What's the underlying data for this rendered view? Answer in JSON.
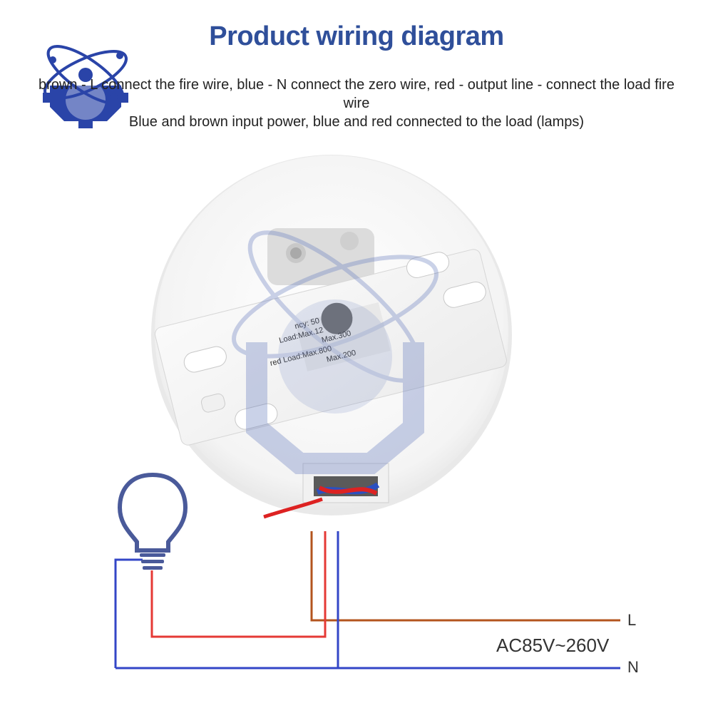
{
  "header": {
    "title": "Product wiring diagram",
    "line1": "brown - L connect the fire wire, blue - N connect the zero wire, red - output line - connect the load fire wire",
    "line2": "Blue and brown input power, blue and red connected to the load (lamps)"
  },
  "device_label": {
    "frequency": "ncy: 50",
    "load": "Load:Max.12",
    "max300": "Max.300",
    "max800": "red Load:Max.800",
    "max200": "Max.200"
  },
  "wiring": {
    "label_L": "L",
    "label_N": "N",
    "voltage": "AC85V~260V",
    "colors": {
      "brown": "#b3541e",
      "red": "#e53935",
      "blue": "#3346c7"
    }
  },
  "icons": {
    "lamp": "lightbulb-icon",
    "logo": "atom-gear-logo-icon"
  }
}
